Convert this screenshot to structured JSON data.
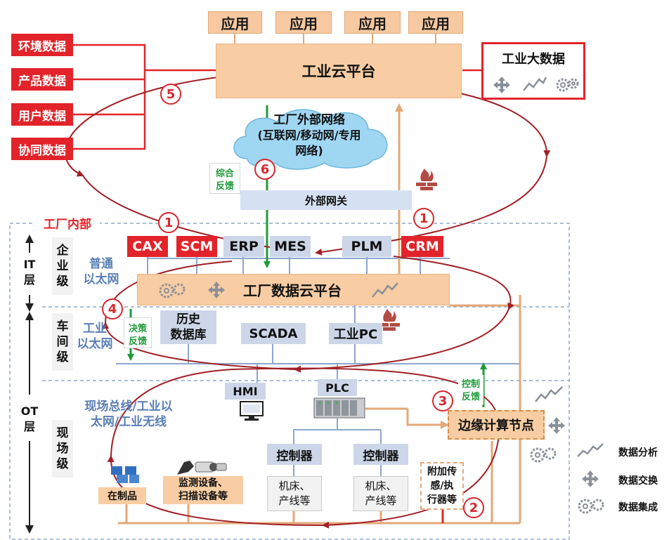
{
  "apps": [
    "应用",
    "应用",
    "应用",
    "应用"
  ],
  "industrial_cloud": "工业云平台",
  "data_sources": [
    "环境数据",
    "产品数据",
    "用户数据",
    "协同数据"
  ],
  "big_data": {
    "title": "工业大数据"
  },
  "external_network": {
    "line1": "工厂外部网络",
    "line2": "(互联网/移动网/专用",
    "line3": "网络)"
  },
  "feedback_label": {
    "line1": "综合",
    "line2": "反馈"
  },
  "external_gateway": "外部网关",
  "factory_inside": "工厂内部",
  "it_layer": {
    "line1": "IT",
    "line2": "层"
  },
  "ot_layer": {
    "line1": "OT",
    "line2": "层"
  },
  "levels": {
    "enterprise": [
      "企",
      "业",
      "级"
    ],
    "workshop": [
      "车",
      "间",
      "级"
    ],
    "field": [
      "现",
      "场",
      "级"
    ]
  },
  "networks": {
    "ethernet": {
      "line1": "普通",
      "line2": "以太网"
    },
    "industrial_ethernet": {
      "line1": "工业",
      "line2": "以太网"
    },
    "fieldbus": {
      "line1": "现场总线/工业以",
      "line2": "太网/工业无线"
    }
  },
  "enterprise_systems": [
    "CAX",
    "SCM",
    "ERP",
    "MES",
    "PLM",
    "CRM"
  ],
  "factory_cloud": "工厂数据云平台",
  "decision_feedback": {
    "line1": "决策",
    "line2": "反馈"
  },
  "history_db": {
    "line1": "历史",
    "line2": "数据库"
  },
  "scada": "SCADA",
  "industrial_pc": "工业PC",
  "hmi": "HMI",
  "plc": "PLC",
  "control_feedback": {
    "line1": "控制",
    "line2": "反馈"
  },
  "edge_node": "边缘计算节点",
  "controllers": [
    "控制器",
    "控制器"
  ],
  "machines": [
    {
      "line1": "机床、",
      "line2": "产线等"
    },
    {
      "line1": "机床、",
      "line2": "产线等"
    }
  ],
  "sensors": {
    "line1": "附加传",
    "line2": "感/执",
    "line3": "行器等"
  },
  "wip": "在制品",
  "monitoring": {
    "line1": "监测设备、",
    "line2": "扫描设备等"
  },
  "circle_numbers": [
    "5",
    "6",
    "1",
    "1",
    "4",
    "3",
    "2"
  ],
  "legend": [
    {
      "icon": "chart-icon",
      "label": "数据分析"
    },
    {
      "icon": "exchange-icon",
      "label": "数据交换"
    },
    {
      "icon": "gears-icon",
      "label": "数据集成"
    }
  ],
  "colors": {
    "red": "#e2232a",
    "orange": "#f8cda3",
    "blue": "#ccd6e8",
    "green": "#1f9a3a",
    "darkred": "#a11f24"
  }
}
